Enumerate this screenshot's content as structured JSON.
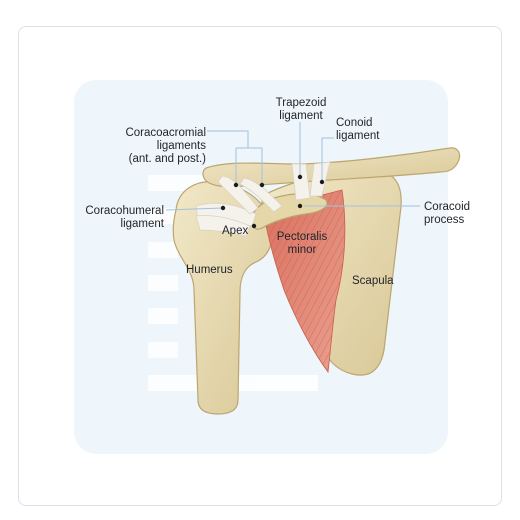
{
  "labels": {
    "trapezoid_1": "Trapezoid",
    "trapezoid_2": "ligament",
    "conoid_1": "Conoid",
    "conoid_2": "ligament",
    "coracoacromial_1": "Coracoacromial",
    "coracoacromial_2": "ligaments",
    "coracoacromial_3": "(ant. and post.)",
    "coracohumeral_1": "Coracohumeral",
    "coracohumeral_2": "ligament",
    "coracoid_1": "Coracoid",
    "coracoid_2": "process",
    "apex": "Apex",
    "pectoralis_1": "Pectoralis",
    "pectoralis_2": "minor",
    "humerus": "Humerus",
    "scapula": "Scapula"
  },
  "colors": {
    "bone": "#e9dcb5",
    "bone_shadow": "#d6c594",
    "bone_outline": "#b9a46f",
    "muscle": "#e0816f",
    "muscle_dark": "#c85e4d",
    "ligament": "#f3f0ea",
    "leader_line": "#9fc3e0",
    "panel_bg": "#eef5fb"
  }
}
